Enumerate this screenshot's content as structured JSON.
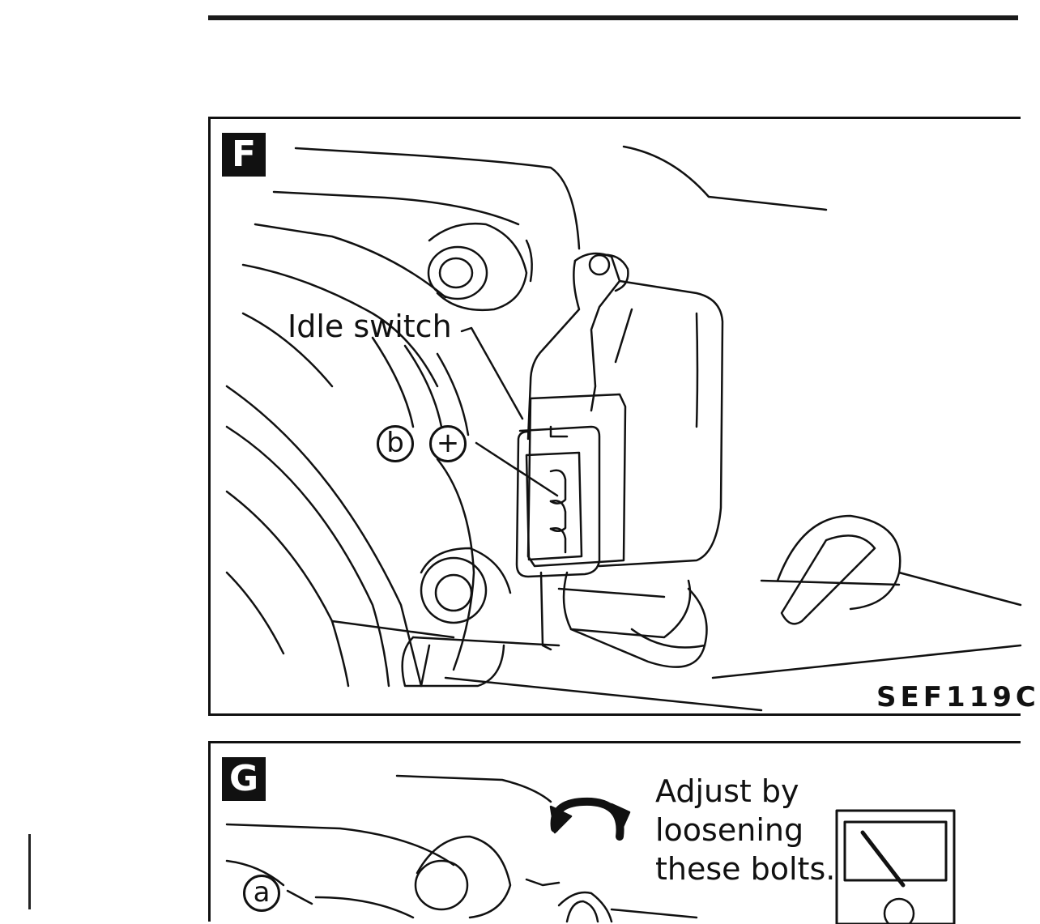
{
  "panels": [
    {
      "badge": "F",
      "idle_switch_label": "Idle switch",
      "terminal_letter": "b",
      "terminal_sign": "+",
      "figure_code": "SEF119C"
    },
    {
      "badge": "G",
      "terminal_letter": "a",
      "adjust_note": [
        "Adjust by",
        "loosening",
        "these bolts."
      ],
      "meter_icon": "analog-meter-icon"
    }
  ],
  "colors": {
    "ink": "#111111",
    "paper": "#ffffff"
  }
}
